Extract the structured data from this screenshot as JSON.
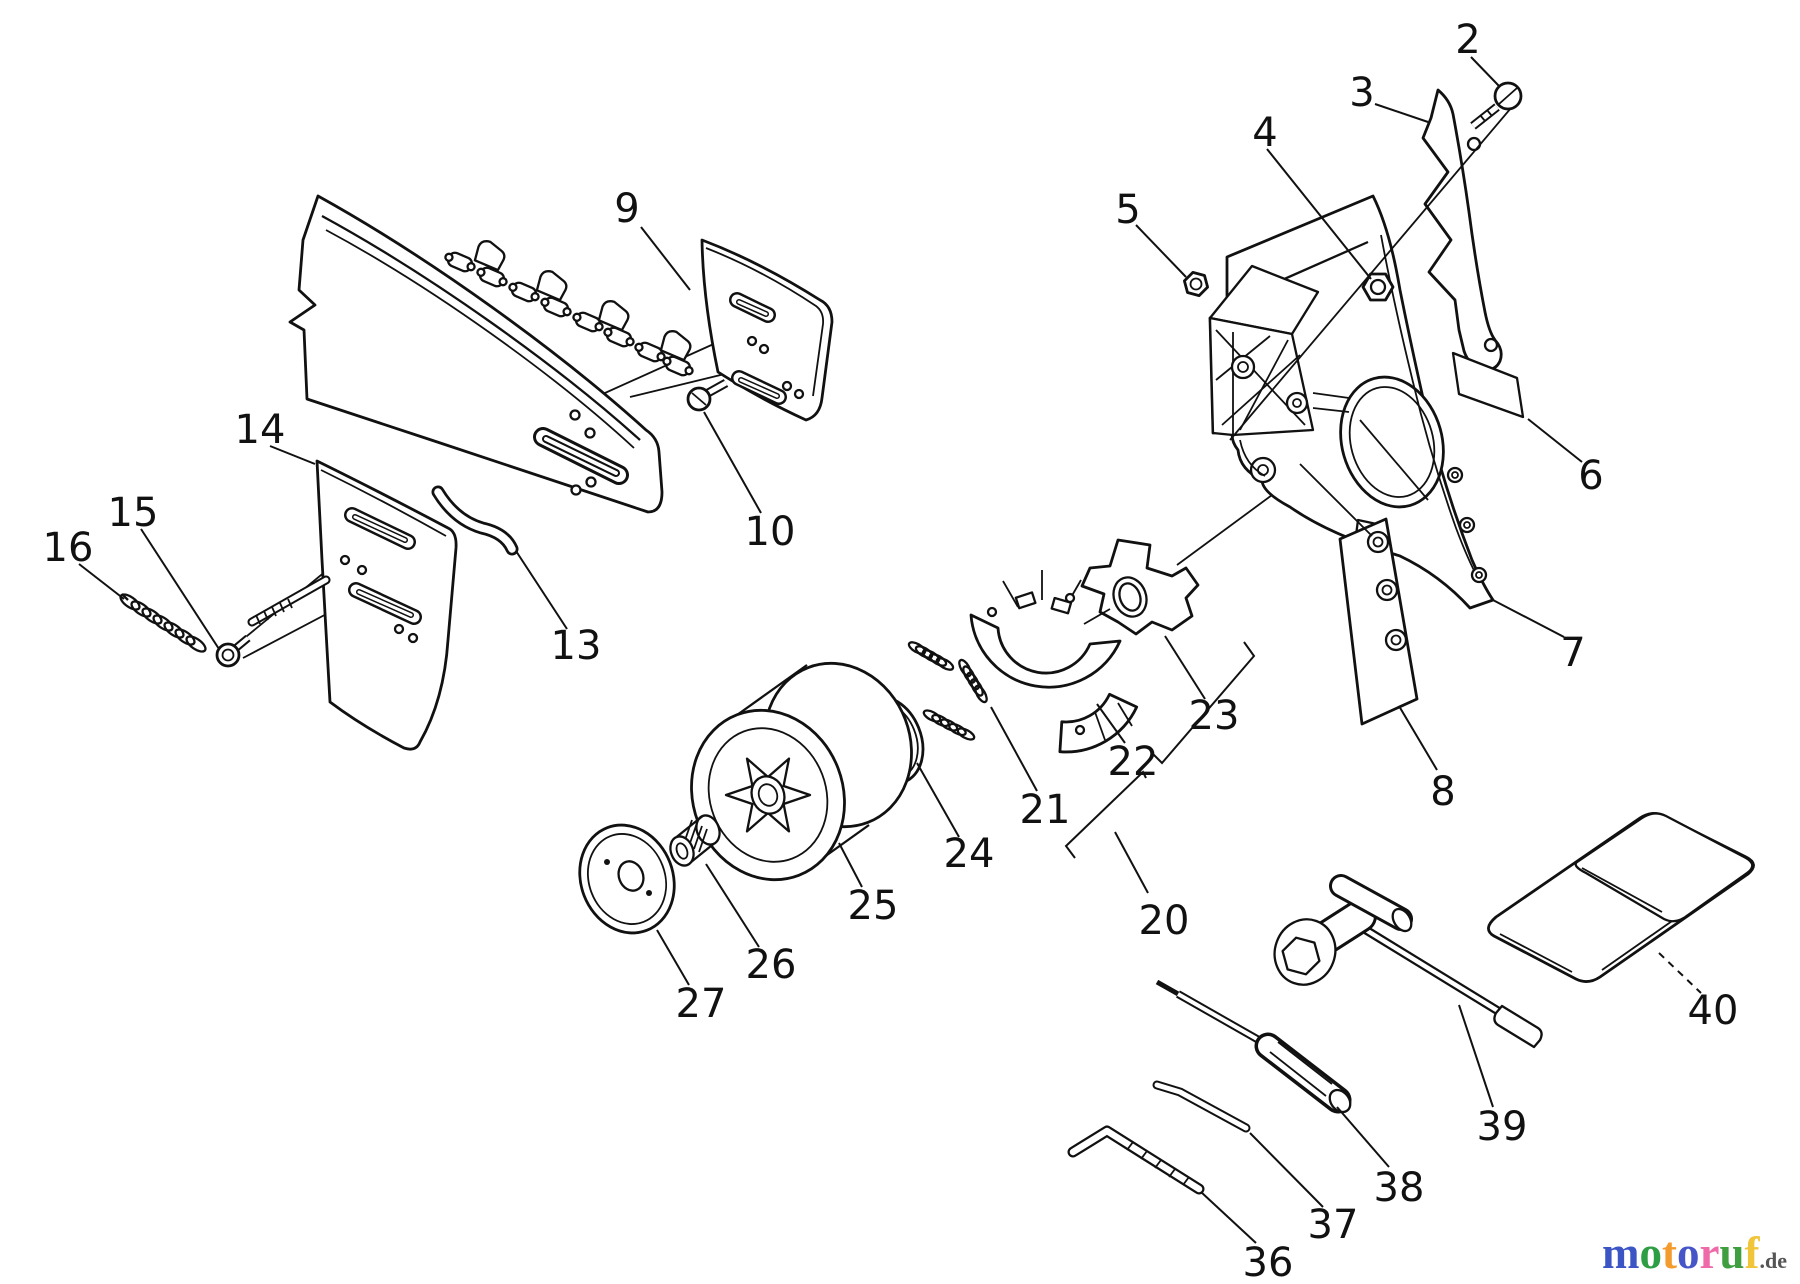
{
  "diagram": {
    "kind": "exploded-parts-diagram",
    "subject": "Chainsaw guide bar, clutch drum and chain brake cover assembly",
    "labels": [
      "2",
      "3",
      "4",
      "5",
      "6",
      "7",
      "8",
      "9",
      "10",
      "13",
      "14",
      "15",
      "16",
      "20",
      "21",
      "22",
      "23",
      "24",
      "25",
      "26",
      "27",
      "36",
      "37",
      "38",
      "39",
      "40"
    ]
  },
  "watermark": {
    "letters": [
      {
        "ch": "m",
        "color": "#3b55c4"
      },
      {
        "ch": "o",
        "color": "#2e9e44"
      },
      {
        "ch": "t",
        "color": "#f39b2d"
      },
      {
        "ch": "o",
        "color": "#4656c8"
      },
      {
        "ch": "r",
        "color": "#ef6aa8"
      },
      {
        "ch": "u",
        "color": "#3f9e3f"
      },
      {
        "ch": "f",
        "color": "#f0c53a"
      }
    ],
    "suffix": ".de",
    "suffix_color": "#555555"
  }
}
